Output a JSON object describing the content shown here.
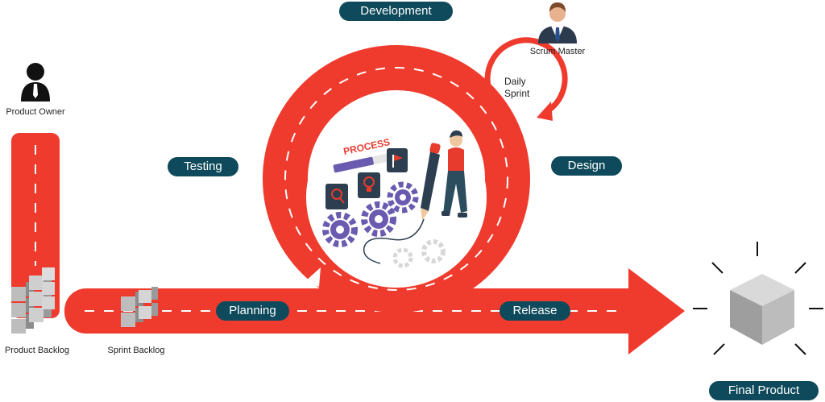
{
  "stages": {
    "development": "Development",
    "testing": "Testing",
    "design": "Design",
    "planning": "Planning",
    "release": "Release",
    "final_product": "Final Product"
  },
  "roles": {
    "product_owner": "Product Owner",
    "scrum_master": "Scrum Master"
  },
  "artifacts": {
    "product_backlog": "Product Backlog",
    "sprint_backlog": "Sprint Backlog"
  },
  "daily_sprint": {
    "line1": "Daily",
    "line2": "Sprint"
  },
  "illustration": {
    "process_label": "PROCESS"
  },
  "icons": [
    "person-icon",
    "businessman-icon",
    "gear-icon",
    "cube-icon",
    "pencil-icon",
    "lightbulb-icon",
    "flag-icon",
    "magnifier-icon"
  ],
  "colors": {
    "arrow_red": "#ef3b2d",
    "pill_bg": "#0e4a5b",
    "gear_purple": "#6a5bb0",
    "cube_gray": "#b8b8b8"
  }
}
